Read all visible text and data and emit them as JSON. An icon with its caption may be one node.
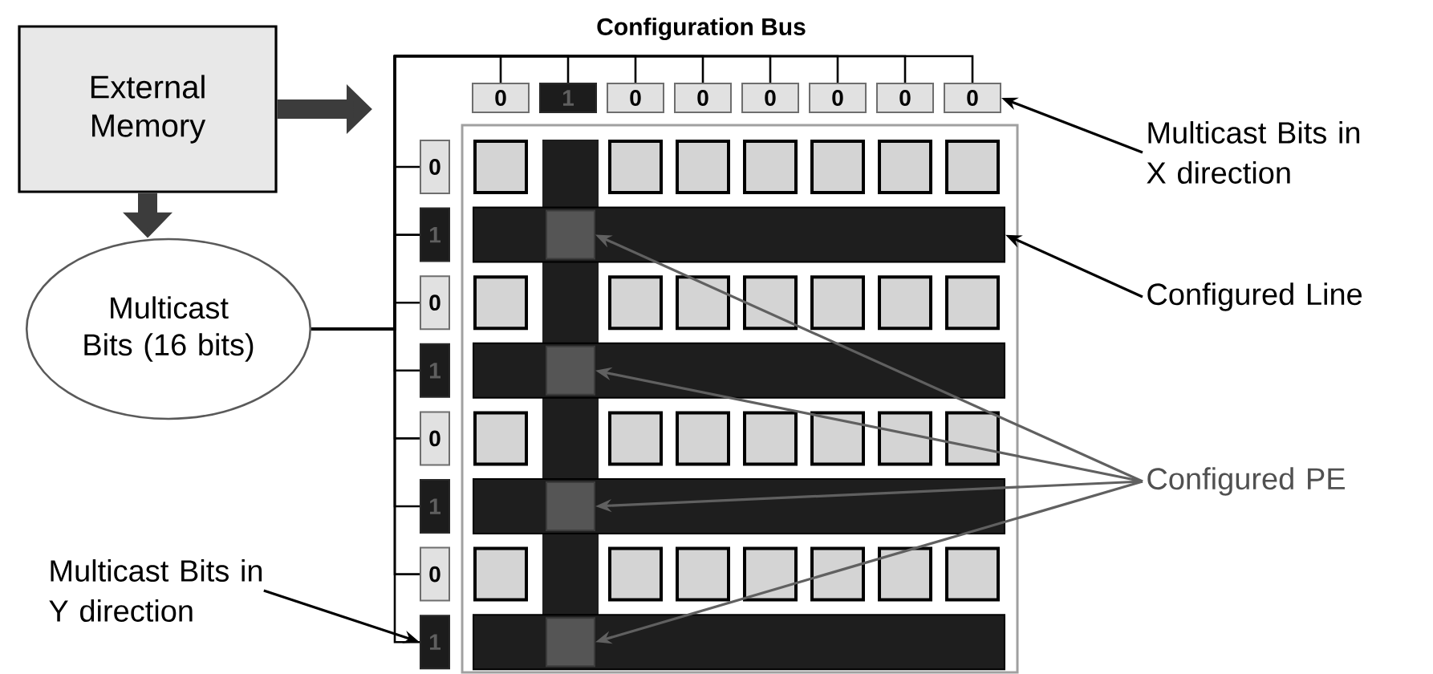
{
  "diagram": {
    "nodes": [
      {
        "text": [
          "External Memory"
        ]
      },
      {
        "text": [
          "Multicast Bits (16 bits)"
        ]
      },
      {
        "text": [
          "0"
        ]
      },
      {
        "text": [
          "1"
        ]
      },
      {
        "text": [
          "0"
        ]
      },
      {
        "text": [
          "0"
        ]
      },
      {
        "text": [
          "0"
        ]
      },
      {
        "text": [
          "0"
        ]
      },
      {
        "text": [
          "0"
        ]
      },
      {
        "text": [
          "0"
        ]
      },
      {
        "text": [
          "0"
        ]
      },
      {
        "text": [
          "1"
        ]
      },
      {
        "text": [
          "0"
        ]
      },
      {
        "text": [
          "1"
        ]
      },
      {
        "text": [
          "0"
        ]
      },
      {
        "text": [
          "1"
        ]
      },
      {
        "text": [
          "0"
        ]
      },
      {
        "text": [
          "1"
        ]
      },
      {
        "text": [],
        "shape": "box"
      },
      {
        "text": [],
        "shape": "bar",
        "in": 18
      },
      {
        "text": [],
        "shape": "bar",
        "in": 18
      },
      {
        "text": [],
        "shape": "bar",
        "in": 18
      },
      {
        "text": [],
        "shape": "bar",
        "in": 18
      },
      {
        "text": [],
        "shape": "box",
        "in": 19
      },
      {
        "text": [],
        "shape": "box",
        "in": 20
      },
      {
        "text": [],
        "shape": "box",
        "in": 21
      },
      {
        "text": [],
        "shape": "box",
        "in": 22
      },
      {
        "text": [
          "Multicast Bits in X direction"
        ]
      },
      {
        "text": [
          "Configured Line"
        ]
      },
      {
        "text": [
          "Configured PE"
        ]
      },
      {
        "text": [
          "Multicast Bits in Y direction"
        ]
      }
    ],
    "edges": [
      {
        "from": 0,
        "to": null,
        "arrow": "to",
        "style": "thick"
      },
      {
        "from": 0,
        "to": 1,
        "arrow": "to",
        "style": "thick"
      },
      {
        "from": 1,
        "to": 2,
        "arrow": "none"
      },
      {
        "from": 1,
        "to": 3,
        "arrow": "none"
      },
      {
        "from": 1,
        "to": 4,
        "arrow": "none"
      },
      {
        "from": 1,
        "to": 5,
        "arrow": "none"
      },
      {
        "from": 1,
        "to": 6,
        "arrow": "none"
      },
      {
        "from": 1,
        "to": 7,
        "arrow": "none"
      },
      {
        "from": 1,
        "to": 8,
        "arrow": "none"
      },
      {
        "from": 1,
        "to": 9,
        "arrow": "none"
      },
      {
        "from": 1,
        "to": 10,
        "arrow": "none"
      },
      {
        "from": 1,
        "to": 11,
        "arrow": "none"
      },
      {
        "from": 1,
        "to": 12,
        "arrow": "none"
      },
      {
        "from": 1,
        "to": 13,
        "arrow": "none"
      },
      {
        "from": 1,
        "to": 14,
        "arrow": "none"
      },
      {
        "from": 1,
        "to": 15,
        "arrow": "none"
      },
      {
        "from": 1,
        "to": 16,
        "arrow": "none"
      },
      {
        "from": 1,
        "to": 17,
        "arrow": "none"
      },
      {
        "from": 27,
        "to": 9,
        "arrow": "to"
      },
      {
        "from": 28,
        "to": 19,
        "arrow": "to"
      },
      {
        "from": 29,
        "to": 23,
        "arrow": "to",
        "color": "#606060"
      },
      {
        "from": 29,
        "to": 24,
        "arrow": "to",
        "color": "#606060"
      },
      {
        "from": 29,
        "to": 25,
        "arrow": "to",
        "color": "#606060"
      },
      {
        "from": 29,
        "to": 26,
        "arrow": "to",
        "color": "#606060"
      },
      {
        "from": 30,
        "to": 17,
        "arrow": "to"
      }
    ],
    "labels": [
      "Configuration Bus"
    ]
  }
}
